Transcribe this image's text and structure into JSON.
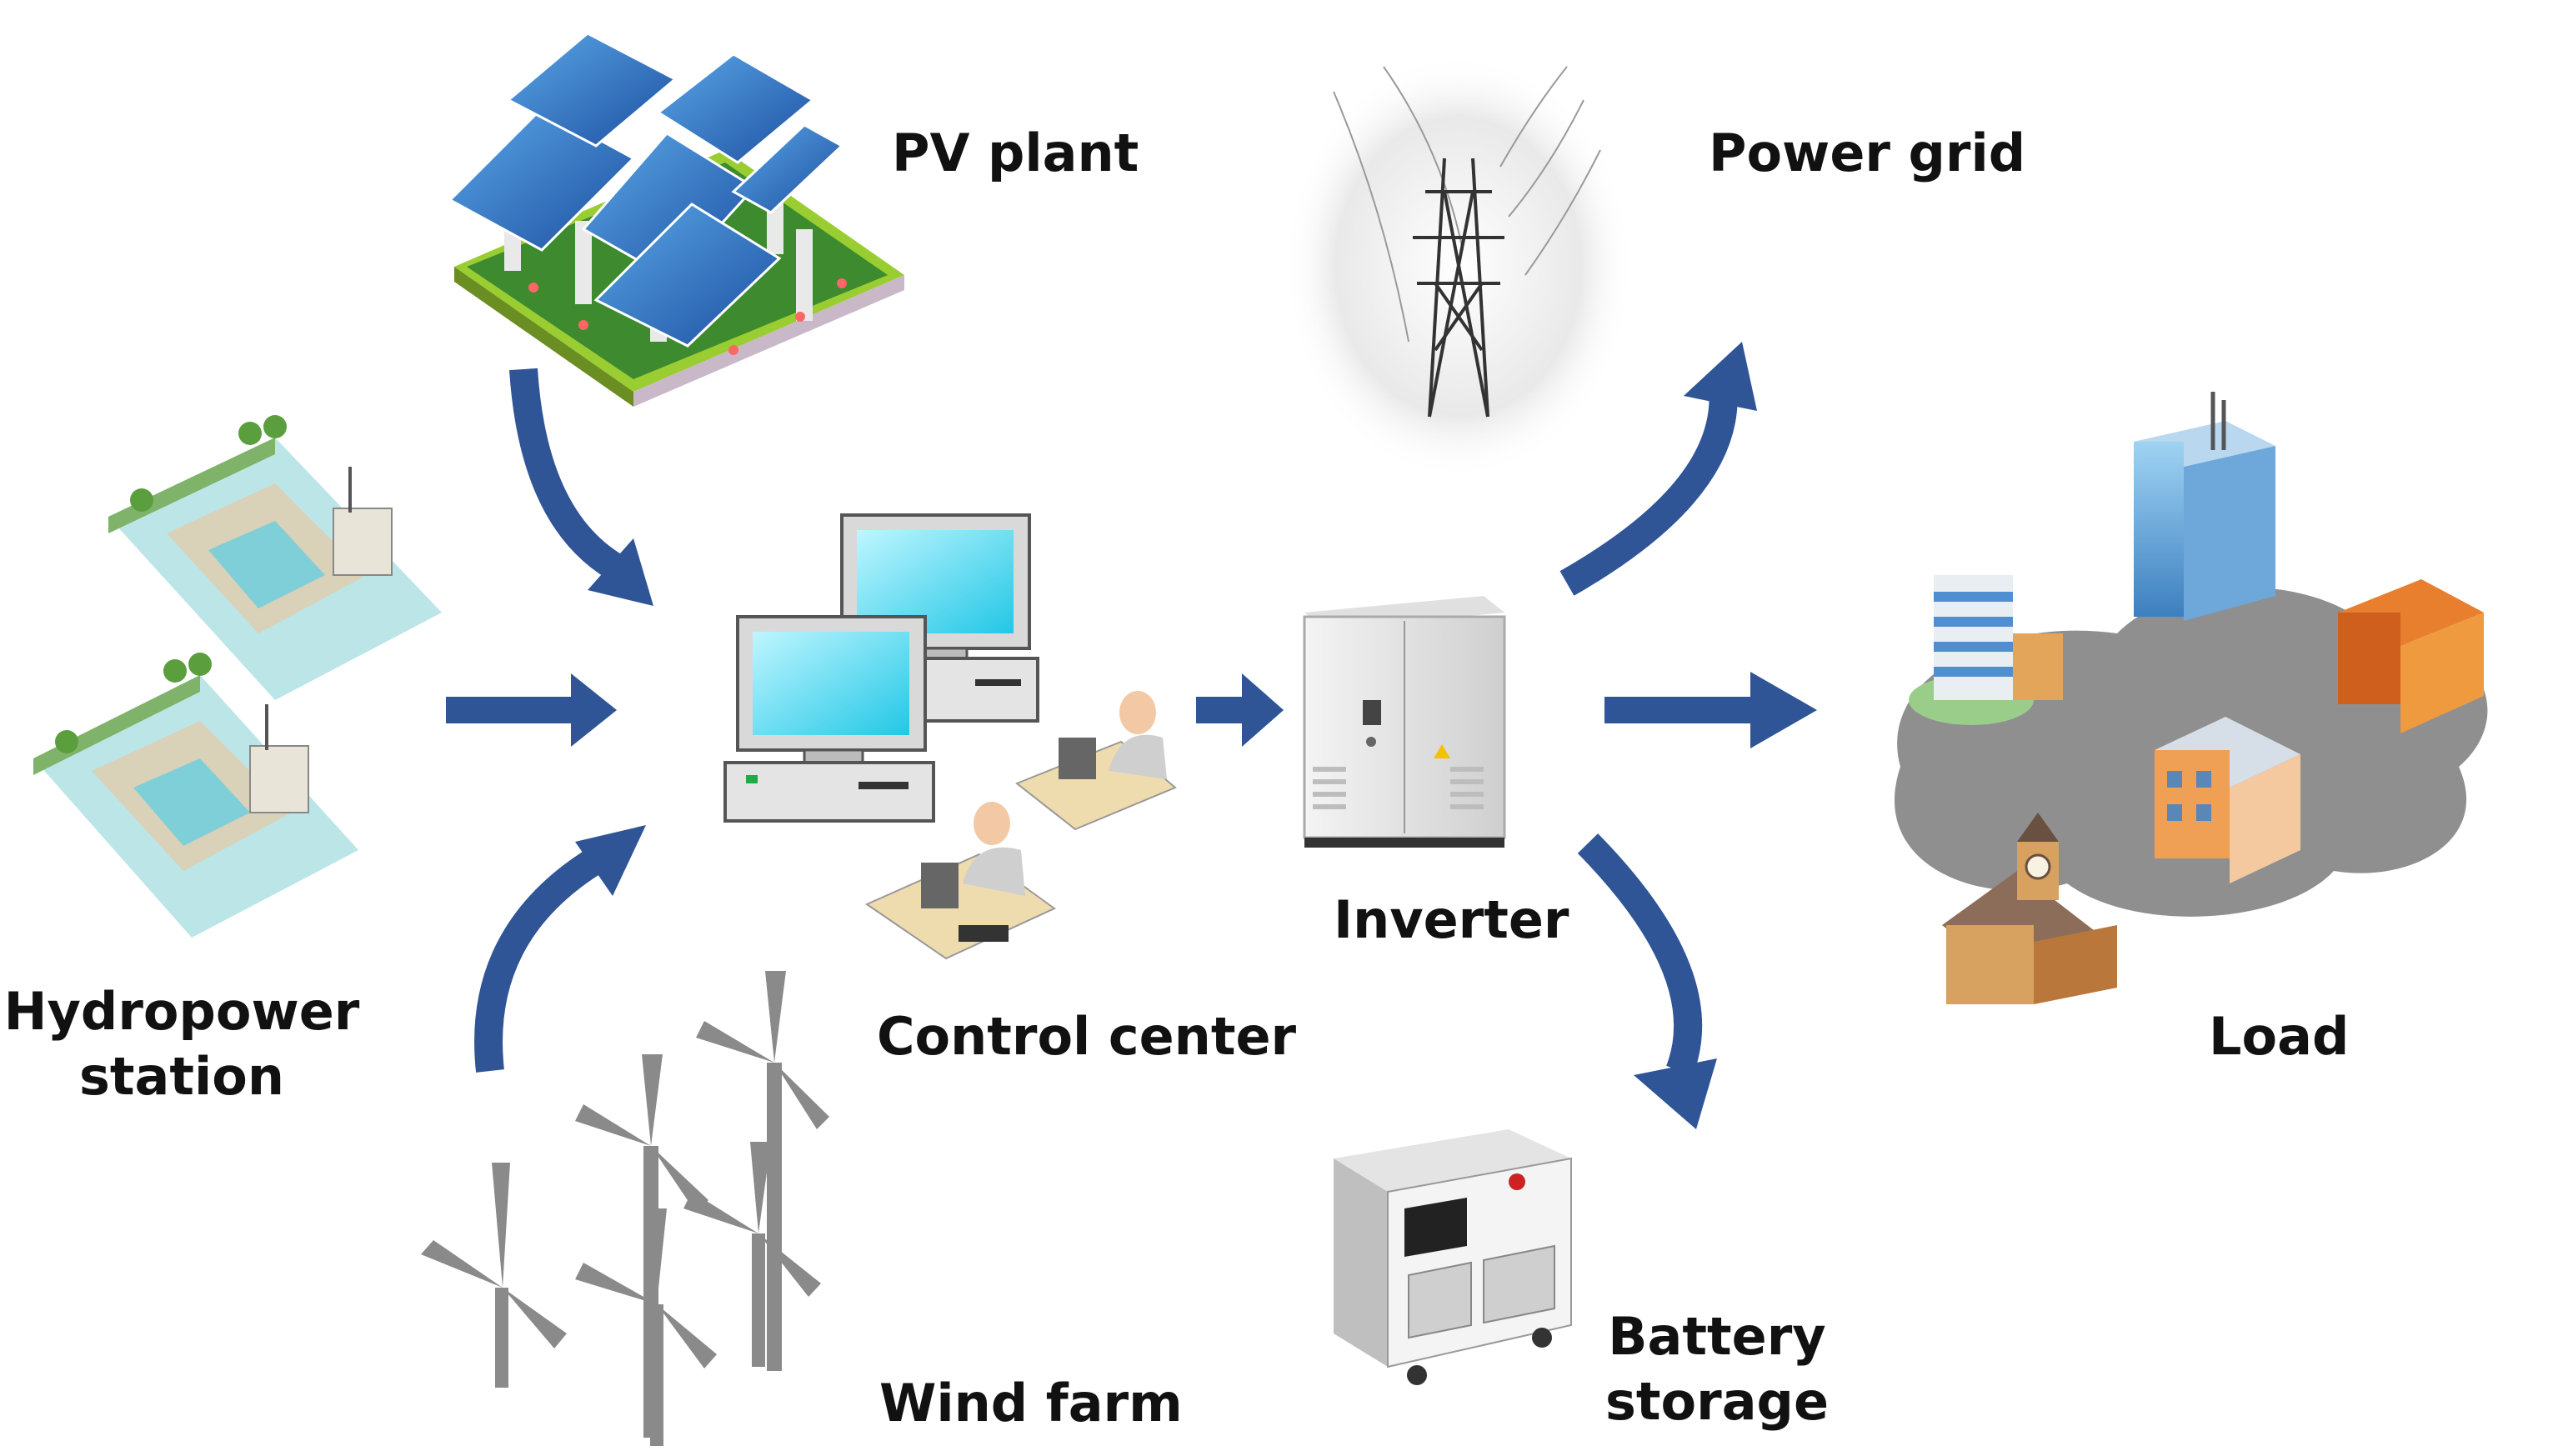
{
  "labels": {
    "pv_plant": "PV plant",
    "power_grid": "Power grid",
    "hydropower_line1": "Hydropower",
    "hydropower_line2": "station",
    "control_center": "Control center",
    "inverter": "Inverter",
    "load": "Load",
    "wind_farm": "Wind farm",
    "battery_line1": "Battery",
    "battery_line2": "storage"
  },
  "colors": {
    "arrow": "#2F5597",
    "label": "#111111"
  },
  "icons": {
    "pv": "solar-panel-array-icon",
    "grid": "transmission-tower-icon",
    "hydro": "hydropower-dam-icon",
    "control": "control-center-computers-icon",
    "inverter": "inverter-cabinet-icon",
    "load": "city-buildings-icon",
    "wind": "wind-turbines-icon",
    "battery": "battery-storage-unit-icon"
  }
}
